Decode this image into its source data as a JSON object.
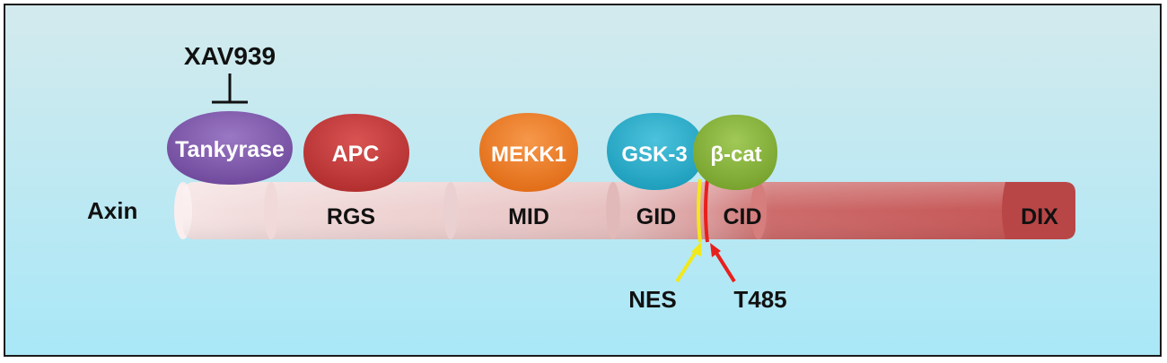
{
  "inhibitor": {
    "label": "XAV939"
  },
  "protein": {
    "label": "Axin"
  },
  "domains": {
    "rgs": "RGS",
    "mid": "MID",
    "gid": "GID",
    "cid": "CID",
    "dix": "DIX"
  },
  "binding_partners": {
    "tankyrase": "Tankyrase",
    "apc": "APC",
    "mekk1": "MEKK1",
    "gsk3": "GSK-3",
    "bcat": "β-cat"
  },
  "markers": {
    "nes": "NES",
    "t485": "T485"
  },
  "colors": {
    "frame": "#1a1a1a",
    "bg_top": "#d2ebee",
    "bg_bottom": "#aee8f6",
    "tankyrase": "#7a52a8",
    "apc": "#c4393a",
    "mekk1": "#ee7b23",
    "gsk3": "#2aaecb",
    "bcat": "#88b33a",
    "nes_arrow": "#f2e81b",
    "t485_arrow": "#e8201d",
    "axin_bar": "#c85a5a"
  }
}
